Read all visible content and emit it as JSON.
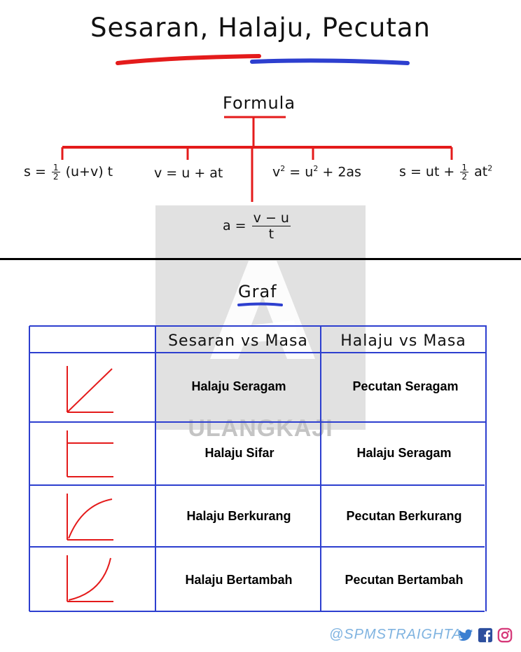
{
  "title": "Sesaran, Halaju, Pecutan",
  "formula": {
    "label": "Formula",
    "eq1": {
      "lhs": "s =",
      "num": "1",
      "den": "2",
      "rhs": "(u+v) t"
    },
    "eq2": "v = u + at",
    "eq3": {
      "a": "v",
      "b": "= u",
      "c": "+ 2as",
      "exp": "2"
    },
    "eq4": {
      "lhs": "s = ut +",
      "num": "1",
      "den": "2",
      "rhs": "at",
      "exp": "2"
    },
    "eq5": {
      "lhs": "a =",
      "num": "v − u",
      "den": "t"
    }
  },
  "watermark": "ULANGKAJI",
  "graf": {
    "label": "Graf",
    "headers": [
      "Sesaran vs Masa",
      "Halaju vs Masa"
    ],
    "rows": [
      {
        "graph": "straight-line-increasing",
        "sesaran": "Halaju Seragam",
        "halaju": "Pecutan Seragam"
      },
      {
        "graph": "horizontal-line",
        "sesaran": "Halaju Sifar",
        "halaju": "Halaju Seragam"
      },
      {
        "graph": "concave-down-curve",
        "sesaran": "Halaju Berkurang",
        "halaju": "Pecutan Berkurang"
      },
      {
        "graph": "concave-up-curve",
        "sesaran": "Halaju Bertambah",
        "halaju": "Pecutan Bertambah"
      }
    ]
  },
  "footer": {
    "handle": "@SPMSTRAIGHTA",
    "icons": [
      "twitter-icon",
      "facebook-icon",
      "instagram-icon"
    ]
  },
  "colors": {
    "red": "#e41b1b",
    "blue": "#2d3fcf",
    "handle": "#7fb3e0"
  }
}
